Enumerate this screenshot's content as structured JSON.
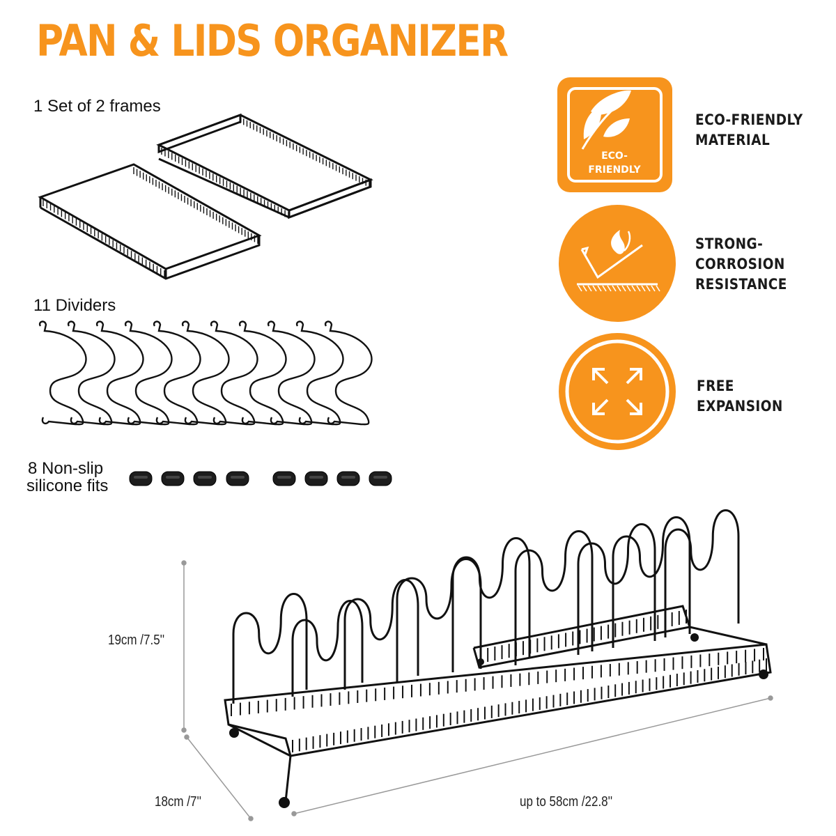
{
  "title": "PAN & LIDS ORGANIZER",
  "components": {
    "frames_label": "1 Set of 2 frames",
    "dividers_label": "11 Dividers",
    "fits_label_line1": "8 Non-slip",
    "fits_label_line2": "silicone fits"
  },
  "features": [
    {
      "icon": "leaf-icon",
      "badge_line1": "ECO-",
      "badge_line2": "FRIENDLY",
      "line1": "ECO-FRIENDLY",
      "line2": "MATERIAL",
      "line3": ""
    },
    {
      "icon": "corrosion-shield-icon",
      "line1": "STRONG-",
      "line2": "CORROSION",
      "line3": "RESISTANCE"
    },
    {
      "icon": "expand-arrows-icon",
      "line1": "FREE",
      "line2": "EXPANSION",
      "line3": ""
    }
  ],
  "dimensions": {
    "height": "19cm /7.5''",
    "depth": "18cm /7''",
    "length": "up to 58cm /22.8''"
  },
  "colors": {
    "accent": "#f7941d",
    "product": "#111111"
  }
}
